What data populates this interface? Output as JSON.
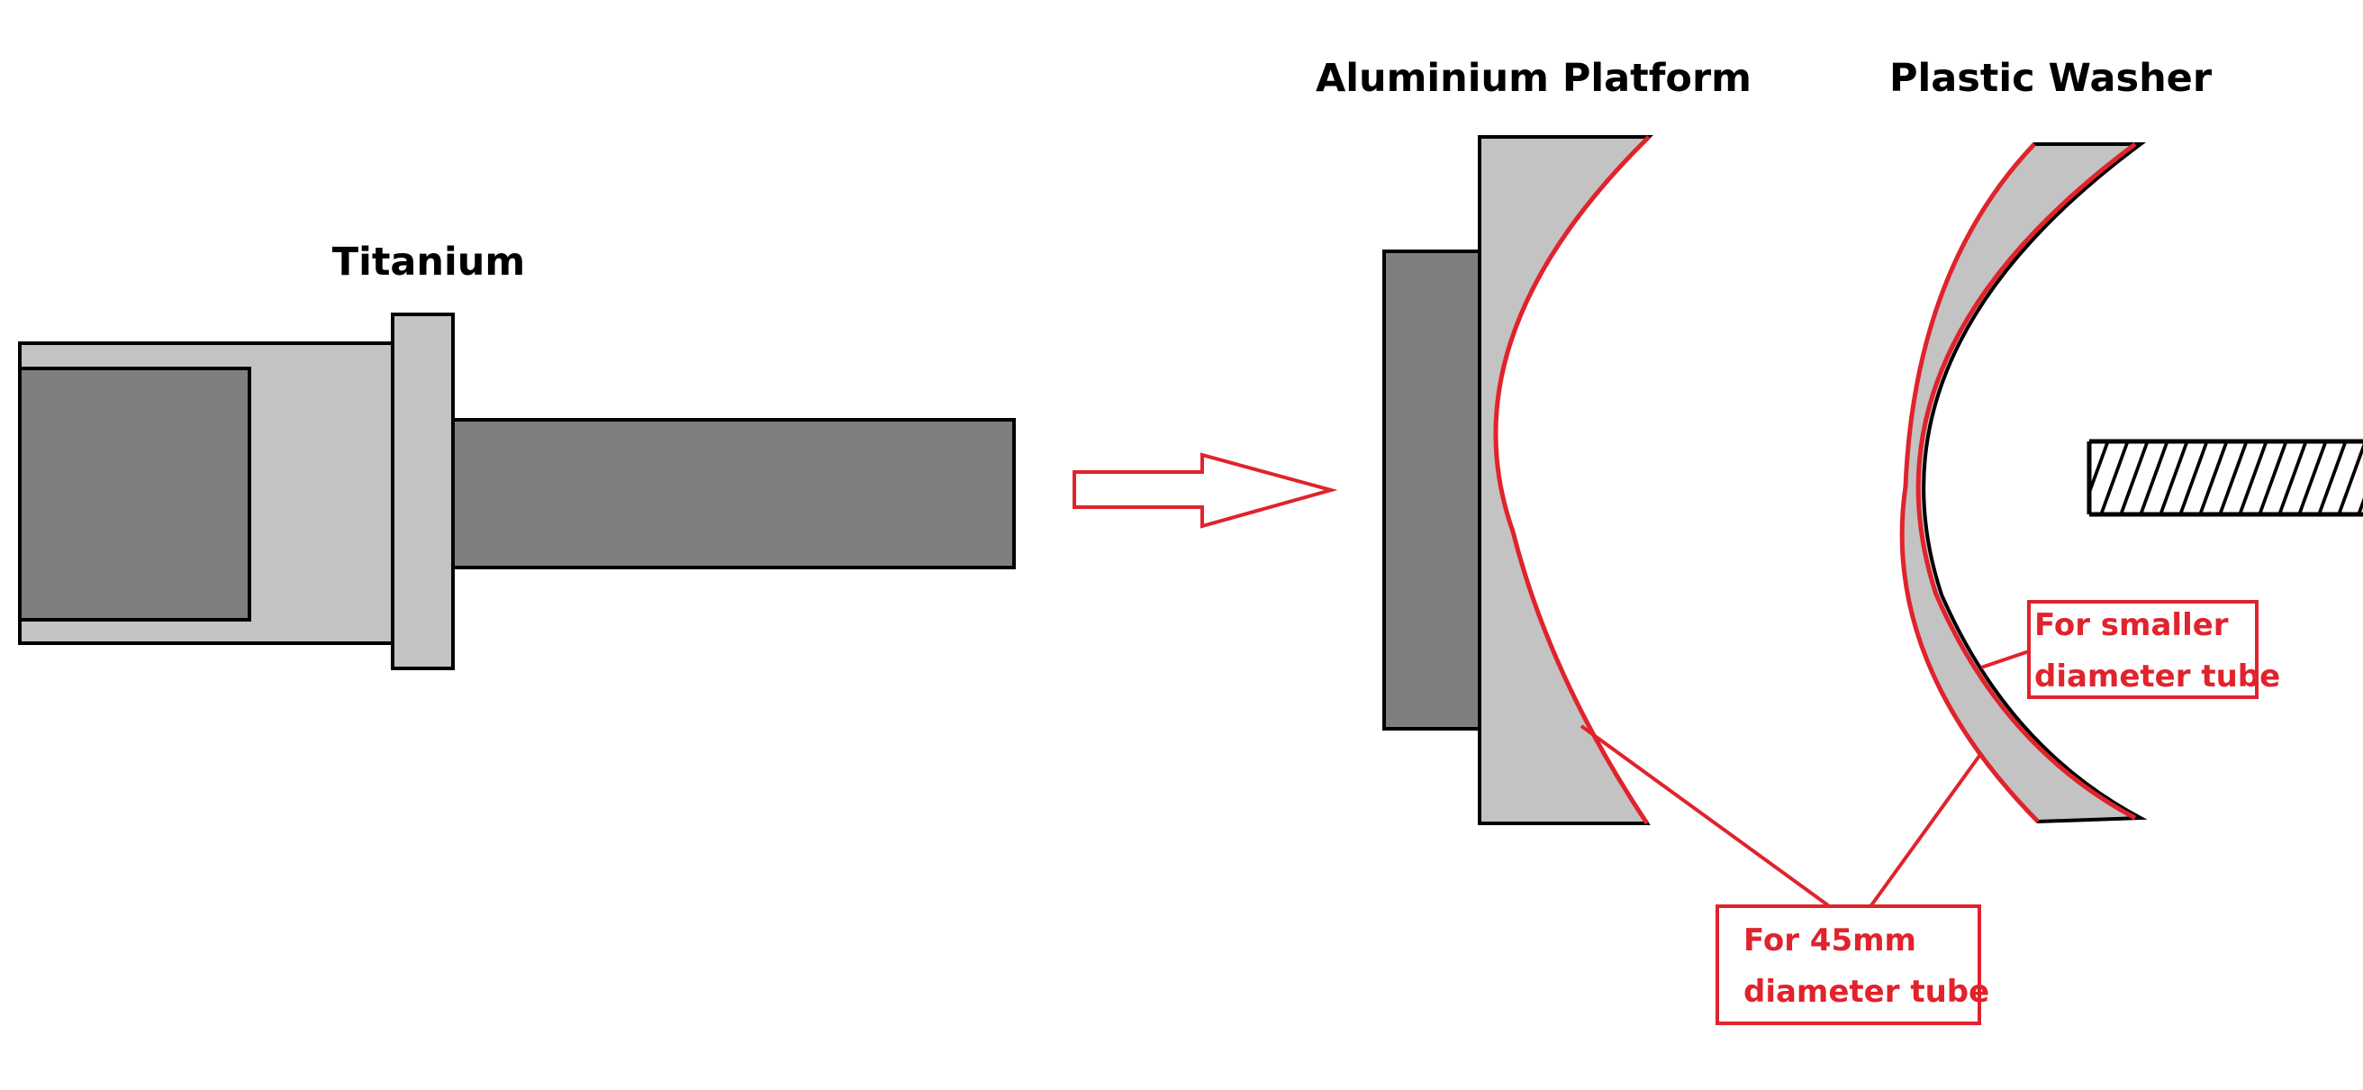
{
  "labels": {
    "titanium": "Titanium",
    "aluminium_platform": "Aluminium Platform",
    "plastic_washer": "Plastic Washer"
  },
  "callouts": {
    "smaller_tube": {
      "line1": "For smaller",
      "line2": "diameter tube"
    },
    "tube_45mm": {
      "line1": "For 45mm",
      "line2": "diameter tube"
    }
  },
  "colors": {
    "light_grey": "#c3c3c3",
    "dark_grey": "#7f7f7f",
    "outline": "#000000",
    "annotation_red": "#e0232c",
    "background": "#ffffff"
  },
  "icons": {
    "direction_arrow": "arrow-right-outline",
    "threaded_rod": "hatched-rod"
  }
}
